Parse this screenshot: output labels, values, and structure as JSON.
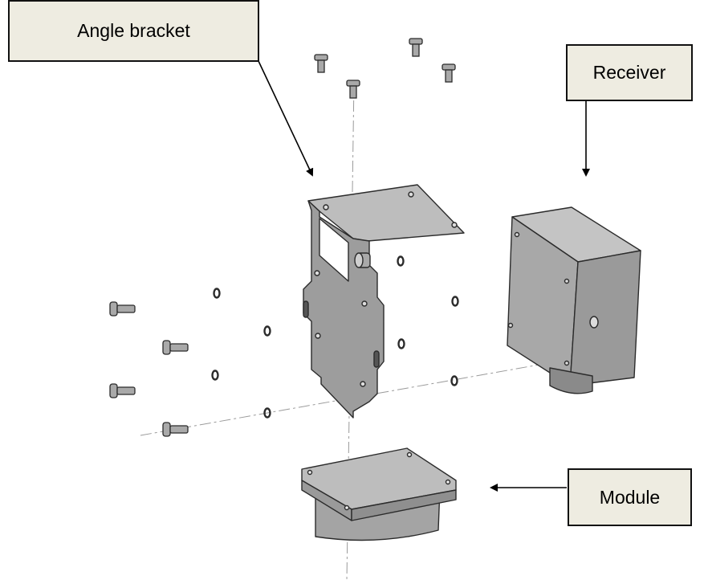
{
  "callouts": {
    "angle_bracket": "Angle bracket",
    "receiver": "Receiver",
    "module": "Module"
  },
  "colors": {
    "callout_fill": "#eeece1",
    "part_gray": "#a9a9a9",
    "part_dark": "#7a7a7a",
    "outline": "#2b2b2b"
  }
}
